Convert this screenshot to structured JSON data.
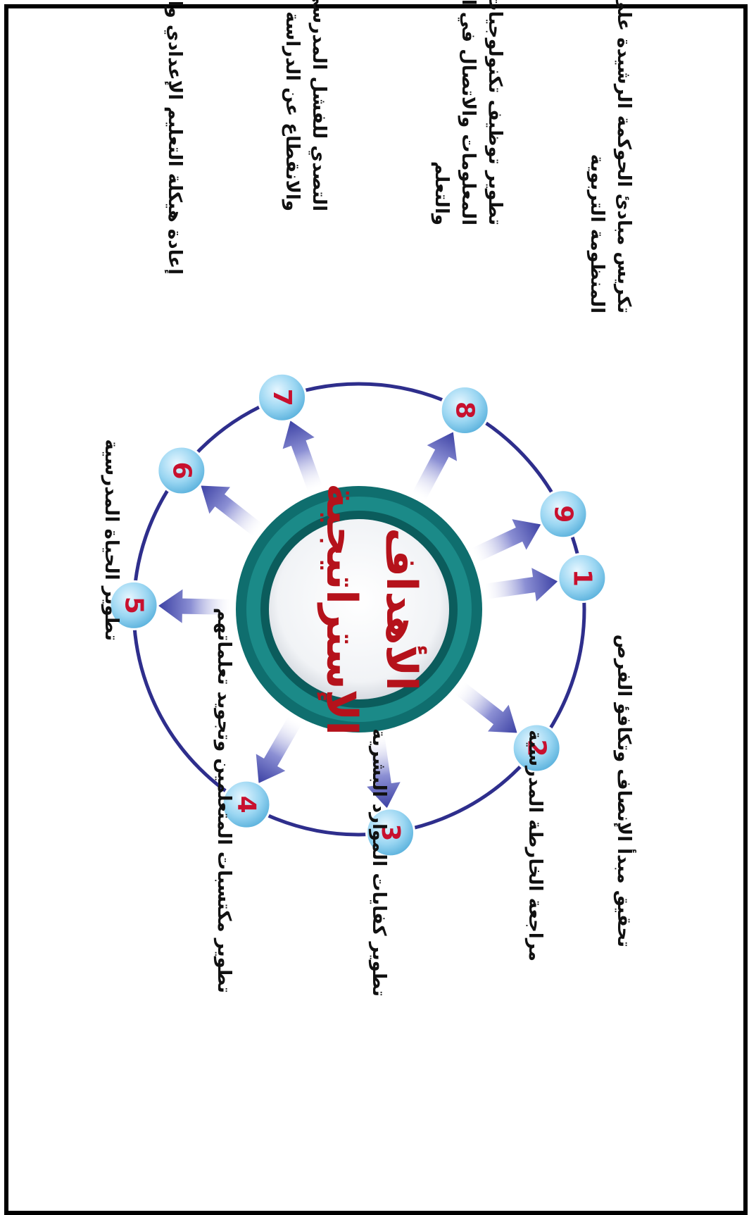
{
  "diagram": {
    "center": {
      "line1": "الأهداف",
      "line2": "الإستراتيجية"
    },
    "colors": {
      "ring": "#2e2e8c",
      "arrow": "#4a4fb0",
      "node_fill": "#8fd0f0",
      "node_number": "#c8102e",
      "hub_outer": "#0f6e6e",
      "center_text": "#b5121b"
    },
    "goals": [
      {
        "number": "1",
        "lines": [
          "تحقيق مبدأ الإنصاف وتكافؤ الفرص"
        ]
      },
      {
        "number": "2",
        "lines": [
          "مراجعة الخارطة المدرسية"
        ]
      },
      {
        "number": "3",
        "lines": [
          "تطوير كفايات الموارد البشرية"
        ]
      },
      {
        "number": "4",
        "lines": [
          "تطوير مكتسبات المتعلمين وتجويد تعلماتهم"
        ]
      },
      {
        "number": "5",
        "lines": [
          "تطوير الحياة المدرسية"
        ]
      },
      {
        "number": "6",
        "lines": [
          "إعادة هيكلة التعليم الإعدادي والثانوي"
        ]
      },
      {
        "number": "7",
        "lines": [
          "التصدي للفشل المدرسي",
          "والانقطاع عن الدراسة"
        ]
      },
      {
        "number": "8",
        "lines": [
          "تطوير توظيف تكنولوجيات",
          "المعلومات والاتصال في التعليم",
          "والتعلم"
        ]
      },
      {
        "number": "9",
        "lines": [
          "تكريس مبادئ الحوكمة الرشيدة على",
          "المنظومة التربوية"
        ]
      }
    ]
  }
}
